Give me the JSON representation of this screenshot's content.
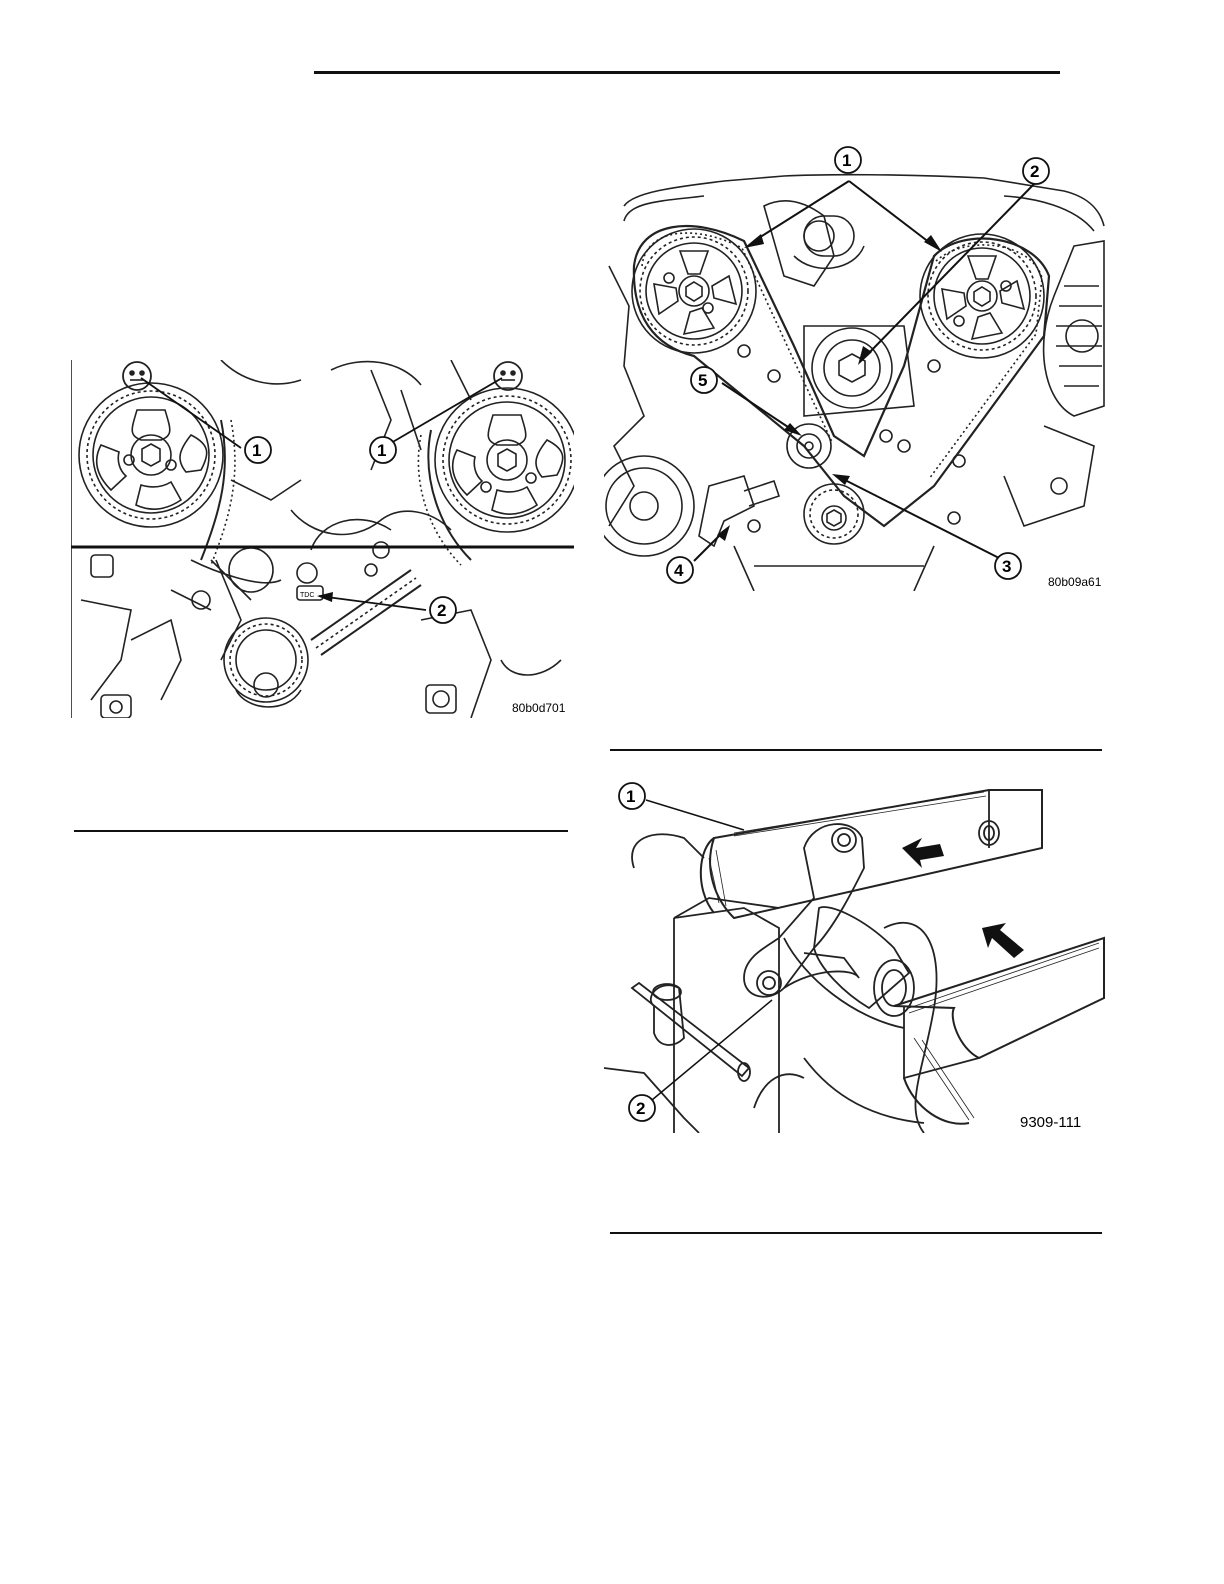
{
  "figures": {
    "fig_left": {
      "code": "80b0d701",
      "callouts": [
        "1",
        "1",
        "2"
      ],
      "stamp": "TDC"
    },
    "fig_right_top": {
      "code": "80b09a61",
      "callouts": [
        "1",
        "2",
        "5",
        "4",
        "3"
      ]
    },
    "fig_right_bottom": {
      "code": "9309-111",
      "callouts": [
        "1",
        "2"
      ]
    }
  }
}
